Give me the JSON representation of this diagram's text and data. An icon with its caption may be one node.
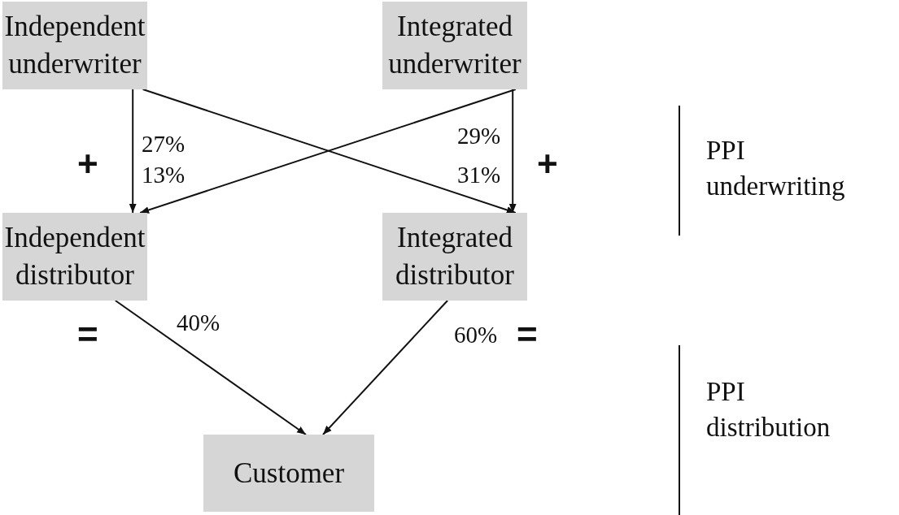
{
  "diagram": {
    "nodes": [
      {
        "text": [
          "Independent underwriter"
        ]
      },
      {
        "text": [
          "Integrated underwriter"
        ]
      },
      {
        "text": [
          "Independent distributor"
        ]
      },
      {
        "text": [
          "Integrated distributor"
        ]
      },
      {
        "text": [
          "Customer"
        ]
      }
    ],
    "edges": [
      {
        "from": 0,
        "to": 2,
        "arrow": "to",
        "label": "27%"
      },
      {
        "from": 1,
        "to": 2,
        "arrow": "to",
        "label": "13%"
      },
      {
        "from": 1,
        "to": 3,
        "arrow": "to",
        "label": "29%"
      },
      {
        "from": 0,
        "to": 3,
        "arrow": "to",
        "label": "31%"
      },
      {
        "from": 2,
        "to": 4,
        "arrow": "to",
        "label": "40%"
      },
      {
        "from": 3,
        "to": 4,
        "arrow": "to",
        "label": "60%"
      }
    ],
    "labels": [
      "+",
      "+",
      "=",
      "=",
      "PPI underwriting",
      "PPI distribution"
    ]
  }
}
